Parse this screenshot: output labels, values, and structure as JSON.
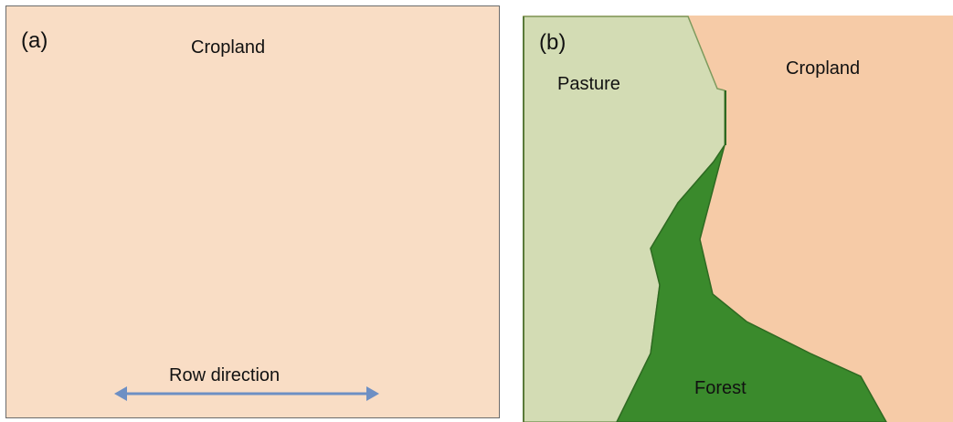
{
  "panel_a": {
    "letter": "(a)",
    "region_label": "Cropland",
    "arrow_label": "Row direction",
    "colors": {
      "cropland": "#f9ddc5",
      "arrow": "#6d8fc4",
      "border": "#6b6b6b"
    }
  },
  "panel_b": {
    "letter": "(b)",
    "regions": {
      "pasture": "Pasture",
      "cropland": "Cropland",
      "forest": "Forest"
    },
    "colors": {
      "pasture": "#d3dcb4",
      "cropland": "#f6cba7",
      "forest": "#3a8a2c",
      "border": "#5a7a3a"
    }
  }
}
